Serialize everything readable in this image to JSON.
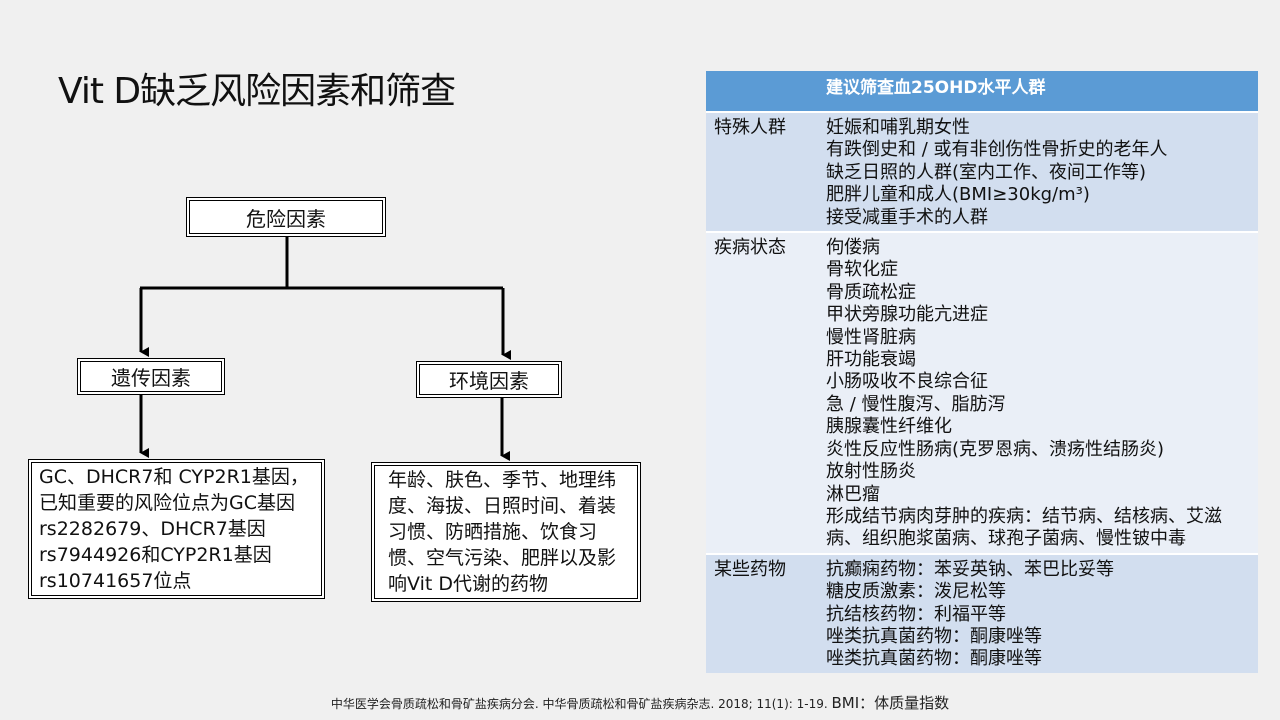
{
  "slide": {
    "title": "Vit D缺乏风险因素和筛查"
  },
  "flow": {
    "root": "危险因素",
    "left_branch": "遗传因素",
    "right_branch": "环境因素",
    "left_detail": "GC、DHCR7和 CYP2R1基因，已知重要的风险位点为GC基因rs2282679、DHCR7基因 rs7944926和CYP2R1基因 rs10741657位点",
    "right_detail": "年龄、肤色、季节、地理纬度、海拔、日照时间、着装习惯、防晒措施、饮食习惯、空气污染、肥胖以及影响Vit D代谢的药物"
  },
  "table": {
    "header_left": "",
    "header_right": "建议筛查血25OHD水平人群",
    "rows": [
      {
        "category": "特殊人群",
        "items": [
          "妊娠和哺乳期女性",
          "有跌倒史和 / 或有非创伤性骨折史的老年人",
          "缺乏日照的人群(室内工作、夜间工作等)",
          "肥胖儿童和成人(BMI≥30kg/m³)",
          "接受减重手术的人群"
        ]
      },
      {
        "category": "疾病状态",
        "items": [
          "佝偻病",
          "骨软化症",
          "骨质疏松症",
          "甲状旁腺功能亢进症",
          "慢性肾脏病",
          "肝功能衰竭",
          "小肠吸收不良综合征",
          "急 / 慢性腹泻、脂肪泻",
          "胰腺囊性纤维化",
          "炎性反应性肠病(克罗恩病、溃疡性结肠炎)",
          "放射性肠炎",
          "淋巴瘤",
          "形成结节病肉芽肿的疾病：结节病、结核病、艾滋病、组织胞浆菌病、球孢子菌病、慢性铍中毒"
        ]
      },
      {
        "category": "某些药物",
        "items": [
          "抗癫痫药物：苯妥英钠、苯巴比妥等",
          "糖皮质激素：泼尼松等",
          "抗结核药物：利福平等",
          "唑类抗真菌药物：酮康唑等",
          "唑类抗真菌药物：酮康唑等"
        ]
      }
    ]
  },
  "footer": {
    "citation": "中华医学会骨质疏松和骨矿盐疾病分会. 中华骨质疏松和骨矿盐疾病杂志. 2018; 11(1): 1-19.",
    "note": "BMI：体质量指数"
  },
  "colors": {
    "header_blue": "#5b9bd5",
    "row_dark": "#d2deef",
    "row_light": "#eaeff7"
  }
}
